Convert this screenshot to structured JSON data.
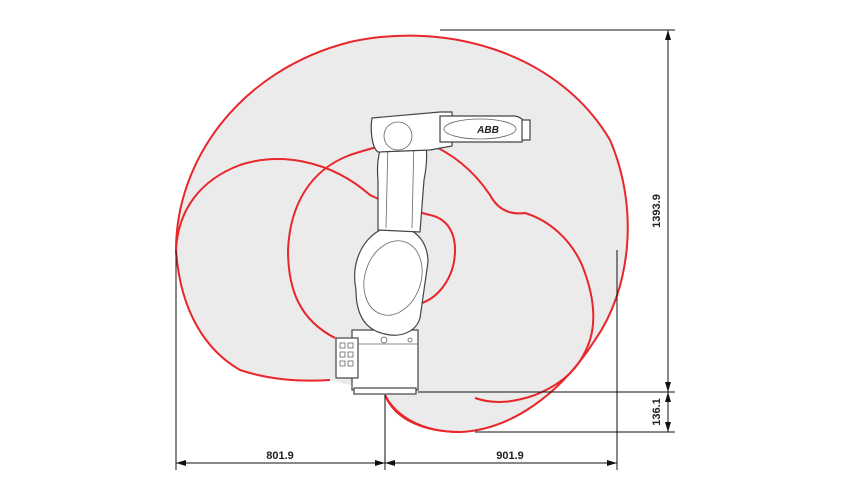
{
  "diagram": {
    "colors": {
      "envelope_fill": "#ebebeb",
      "envelope_stroke": "#e8262b",
      "dimension_line": "#111111",
      "robot_outline": "#444444"
    },
    "robot": {
      "logo_text": "ABB"
    },
    "dimensions": {
      "reach_left": "801.9",
      "reach_right": "901.9",
      "height_upper": "1393.9",
      "height_lower": "136.1"
    }
  }
}
